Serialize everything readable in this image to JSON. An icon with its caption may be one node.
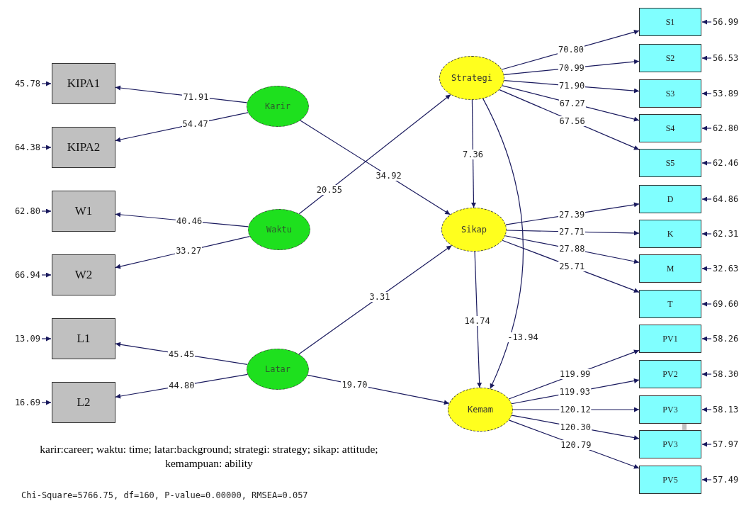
{
  "diagram": {
    "nodes": [
      {
        "text": [
          "KIPA1"
        ]
      },
      {
        "text": [
          "KIPA2"
        ]
      },
      {
        "text": [
          "W1"
        ]
      },
      {
        "text": [
          "W2"
        ]
      },
      {
        "text": [
          "L1"
        ]
      },
      {
        "text": [
          "L2"
        ]
      },
      {
        "text": [
          "Karir"
        ]
      },
      {
        "text": [
          "Waktu"
        ]
      },
      {
        "text": [
          "Latar"
        ]
      },
      {
        "text": [
          "Strategi"
        ]
      },
      {
        "text": [
          "Sikap"
        ]
      },
      {
        "text": [
          "Kemam"
        ]
      },
      {
        "text": [
          "S1"
        ]
      },
      {
        "text": [
          "S2"
        ]
      },
      {
        "text": [
          "S3"
        ]
      },
      {
        "text": [
          "S4"
        ]
      },
      {
        "text": [
          "S5"
        ]
      },
      {
        "text": [
          "D"
        ]
      },
      {
        "text": [
          "K"
        ]
      },
      {
        "text": [
          "M"
        ]
      },
      {
        "text": [
          "T"
        ]
      },
      {
        "text": [
          "PV1"
        ]
      },
      {
        "text": [
          "PV2"
        ]
      },
      {
        "text": [
          "PV3"
        ]
      },
      {
        "text": [
          "PV3"
        ]
      },
      {
        "text": [
          "PV5"
        ]
      }
    ],
    "edges": [
      {
        "from": 6,
        "to": 0,
        "arrow": "to",
        "label": "71.91"
      },
      {
        "from": 6,
        "to": 1,
        "arrow": "to",
        "label": "54.47"
      },
      {
        "from": 7,
        "to": 2,
        "arrow": "to",
        "label": "40.46"
      },
      {
        "from": 7,
        "to": 3,
        "arrow": "to",
        "label": "33.27"
      },
      {
        "from": 8,
        "to": 4,
        "arrow": "to",
        "label": "45.45"
      },
      {
        "from": 8,
        "to": 5,
        "arrow": "to",
        "label": "44.80"
      },
      {
        "from": 6,
        "to": 10,
        "arrow": "to",
        "label": "34.92"
      },
      {
        "from": 7,
        "to": 9,
        "arrow": "to",
        "label": "20.55"
      },
      {
        "from": 8,
        "to": 10,
        "arrow": "to",
        "label": "3.31"
      },
      {
        "from": 8,
        "to": 11,
        "arrow": "to",
        "label": "19.70"
      },
      {
        "from": 9,
        "to": 10,
        "arrow": "to",
        "label": "7.36"
      },
      {
        "from": 10,
        "to": 11,
        "arrow": "to",
        "label": "14.74"
      },
      {
        "from": 9,
        "to": 11,
        "arrow": "to",
        "label": "-13.94"
      },
      {
        "from": 9,
        "to": 12,
        "arrow": "to",
        "label": "70.80"
      },
      {
        "from": 9,
        "to": 13,
        "arrow": "to",
        "label": "70.99"
      },
      {
        "from": 9,
        "to": 14,
        "arrow": "to",
        "label": "71.90"
      },
      {
        "from": 9,
        "to": 15,
        "arrow": "to",
        "label": "67.27"
      },
      {
        "from": 9,
        "to": 16,
        "arrow": "to",
        "label": "67.56"
      },
      {
        "from": 10,
        "to": 17,
        "arrow": "to",
        "label": "27.39"
      },
      {
        "from": 10,
        "to": 18,
        "arrow": "to",
        "label": "27.71"
      },
      {
        "from": 10,
        "to": 19,
        "arrow": "to",
        "label": "27.88"
      },
      {
        "from": 10,
        "to": 20,
        "arrow": "to",
        "label": "25.71"
      },
      {
        "from": 11,
        "to": 21,
        "arrow": "to",
        "label": "119.99"
      },
      {
        "from": 11,
        "to": 22,
        "arrow": "to",
        "label": "119.93"
      },
      {
        "from": 11,
        "to": 23,
        "arrow": "to",
        "label": "120.12"
      },
      {
        "from": 11,
        "to": 24,
        "arrow": "to",
        "label": "120.30"
      },
      {
        "from": 11,
        "to": 25,
        "arrow": "to",
        "label": "120.79"
      },
      {
        "from": null,
        "to": 0,
        "arrow": "to",
        "label": "45.78"
      },
      {
        "from": null,
        "to": 1,
        "arrow": "to",
        "label": "64.38"
      },
      {
        "from": null,
        "to": 2,
        "arrow": "to",
        "label": "62.80"
      },
      {
        "from": null,
        "to": 3,
        "arrow": "to",
        "label": "66.94"
      },
      {
        "from": null,
        "to": 4,
        "arrow": "to",
        "label": "13.09"
      },
      {
        "from": null,
        "to": 5,
        "arrow": "to",
        "label": "16.69"
      },
      {
        "from": null,
        "to": 12,
        "arrow": "to",
        "label": "56.99"
      },
      {
        "from": null,
        "to": 13,
        "arrow": "to",
        "label": "56.53"
      },
      {
        "from": null,
        "to": 14,
        "arrow": "to",
        "label": "53.89"
      },
      {
        "from": null,
        "to": 15,
        "arrow": "to",
        "label": "62.80"
      },
      {
        "from": null,
        "to": 16,
        "arrow": "to",
        "label": "62.46"
      },
      {
        "from": null,
        "to": 17,
        "arrow": "to",
        "label": "64.86"
      },
      {
        "from": null,
        "to": 18,
        "arrow": "to",
        "label": "62.31"
      },
      {
        "from": null,
        "to": 19,
        "arrow": "to",
        "label": "32.63"
      },
      {
        "from": null,
        "to": 20,
        "arrow": "to",
        "label": "69.60"
      },
      {
        "from": null,
        "to": 21,
        "arrow": "to",
        "label": "58.26"
      },
      {
        "from": null,
        "to": 22,
        "arrow": "to",
        "label": "58.30"
      },
      {
        "from": null,
        "to": 23,
        "arrow": "to",
        "label": "58.13"
      },
      {
        "from": null,
        "to": 24,
        "arrow": "to",
        "label": "57.97"
      },
      {
        "from": null,
        "to": 25,
        "arrow": "to",
        "label": "57.49"
      },
      {
        "from": 23,
        "to": 24,
        "arrow": "none",
        "style": "thick",
        "color": "#c0c0c0"
      }
    ],
    "labels": [
      "karir:career; waktu: time; latar:background; strategi: strategy; sikap: attitude; kemampuan: ability",
      "Chi-Square=5766.75, df=160, P-value=0.00000, RMSEA=0.057"
    ]
  }
}
